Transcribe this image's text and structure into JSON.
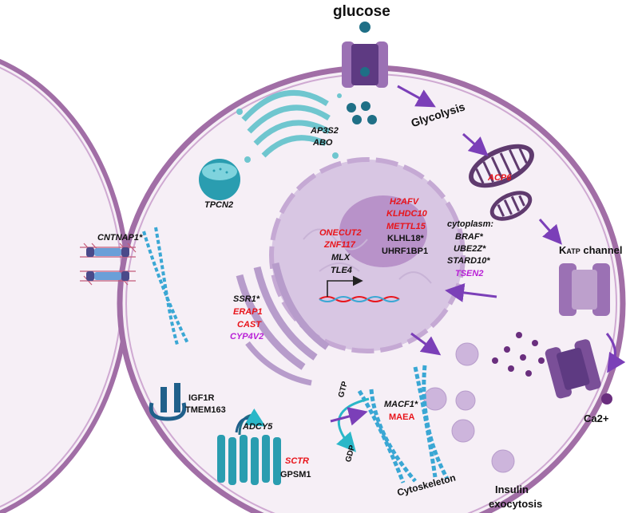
{
  "colors": {
    "membrane": "#a16ea6",
    "cell_fill": "#f6eff6",
    "nucleus": "#d8c6e3",
    "nucleolus": "#b892c9",
    "teal": "#2a9db0",
    "microtubule": "#3aa7d4",
    "arrow": "#7b3fb8",
    "channel": "#9b71b4",
    "red_text": "#e8141b",
    "magenta_text": "#b81fd6",
    "black_text": "#111111"
  },
  "glucose_label": "glucose",
  "glycolysis_label": "Glycolysis",
  "katp_label_main": "K",
  "katp_label_sub": "ATP",
  "katp_label_suffix": " channel",
  "ca_label": "Ca2+",
  "insulin_line1": "Insulin",
  "insulin_line2": "exocytosis",
  "cytoskeleton_label": "Cytoskeleton",
  "gtp_label": "GTP",
  "gdp_label": "GDP",
  "golgi_genes": [
    "AP3S2",
    "ABO"
  ],
  "lysosome_gene": "TPCN2",
  "mito_gene": "ACP6",
  "junction_gene": "CNTNAP1*",
  "nucleus_left_red": [
    "ONECUT2",
    "ZNF117"
  ],
  "nucleus_left_black": [
    "MLX",
    "TLE4"
  ],
  "nucleus_right_red": [
    "H2AFV",
    "KLHDC10",
    "METTL15"
  ],
  "nucleus_right_black": [
    "KLHL18*",
    "UHRF1BP1"
  ],
  "cytoplasm_title": "cytoplasm:",
  "cytoplasm_black": [
    "BRAF*",
    "UBE2Z*",
    "STARD10*"
  ],
  "cytoplasm_magenta": "TSEN2",
  "er_black": "SSR1*",
  "er_red": [
    "ERAP1",
    "CAST"
  ],
  "er_magenta": "CYP4V2",
  "receptor_genes": [
    "IGF1R",
    "TMEM163"
  ],
  "adcy_gene": "ADCY5",
  "gpcr_red": "SCTR",
  "gpcr_black": "GPSM1",
  "cyto_black": "MACF1*",
  "cyto_red": "MAEA"
}
